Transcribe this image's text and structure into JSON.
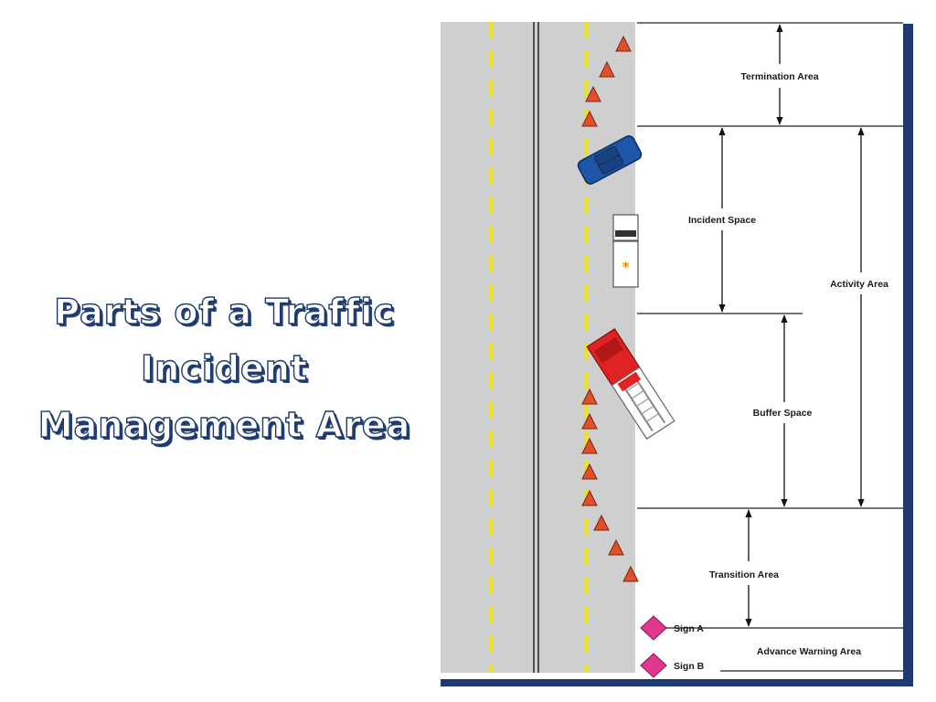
{
  "title": {
    "line1": "Parts of a Traffic",
    "line2": "Incident",
    "line3": "Management  Area"
  },
  "zones": {
    "termination": "Termination Area",
    "incident": "Incident Space",
    "activity": "Activity Area",
    "buffer": "Buffer Space",
    "transition": "Transition Area",
    "advance_warning": "Advance Warning Area"
  },
  "signs": {
    "a": "Sign A",
    "b": "Sign B"
  },
  "colors": {
    "road": "#cfcfcf",
    "lane_dash": "#f2e600",
    "cone": "#e2502a",
    "sign": "#e0388f",
    "frame": "#1e3a6e",
    "car": "#1e57a8",
    "fire_truck": "#e02222",
    "title_outline": "#1e3a6e"
  },
  "icons": [
    "traffic-cone-icon",
    "police-car-icon",
    "ambulance-icon",
    "fire-truck-icon",
    "warning-sign-icon"
  ]
}
